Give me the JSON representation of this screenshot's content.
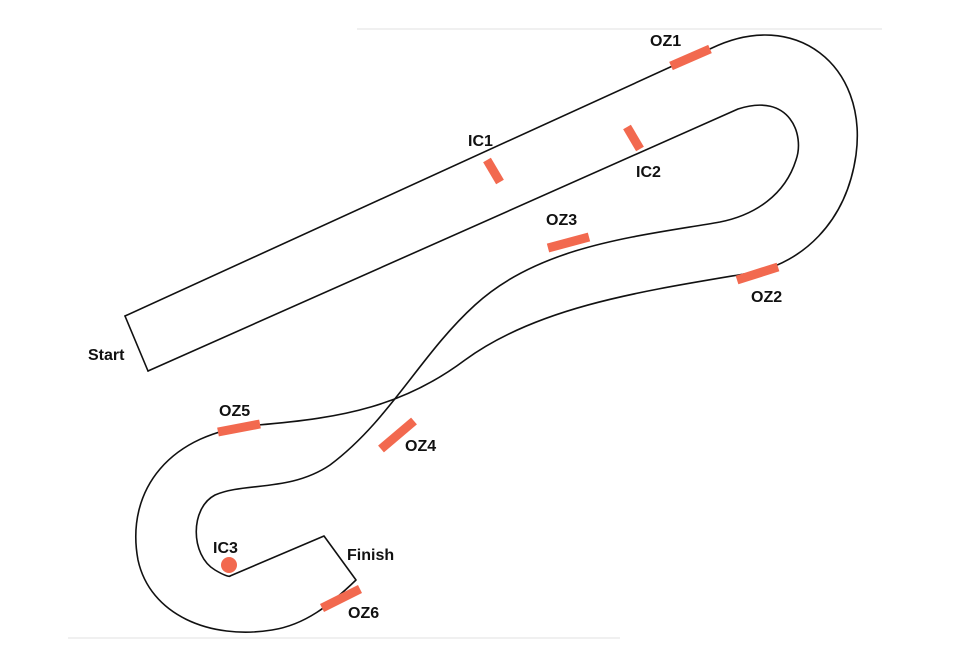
{
  "diagram": {
    "marker_color": "#f2694f",
    "track_color": "#111111",
    "labels": {
      "start": "Start",
      "finish": "Finish",
      "oz1": "OZ1",
      "oz2": "OZ2",
      "oz3": "OZ3",
      "oz4": "OZ4",
      "oz5": "OZ5",
      "oz6": "OZ6",
      "ic1": "IC1",
      "ic2": "IC2",
      "ic3": "IC3"
    }
  }
}
